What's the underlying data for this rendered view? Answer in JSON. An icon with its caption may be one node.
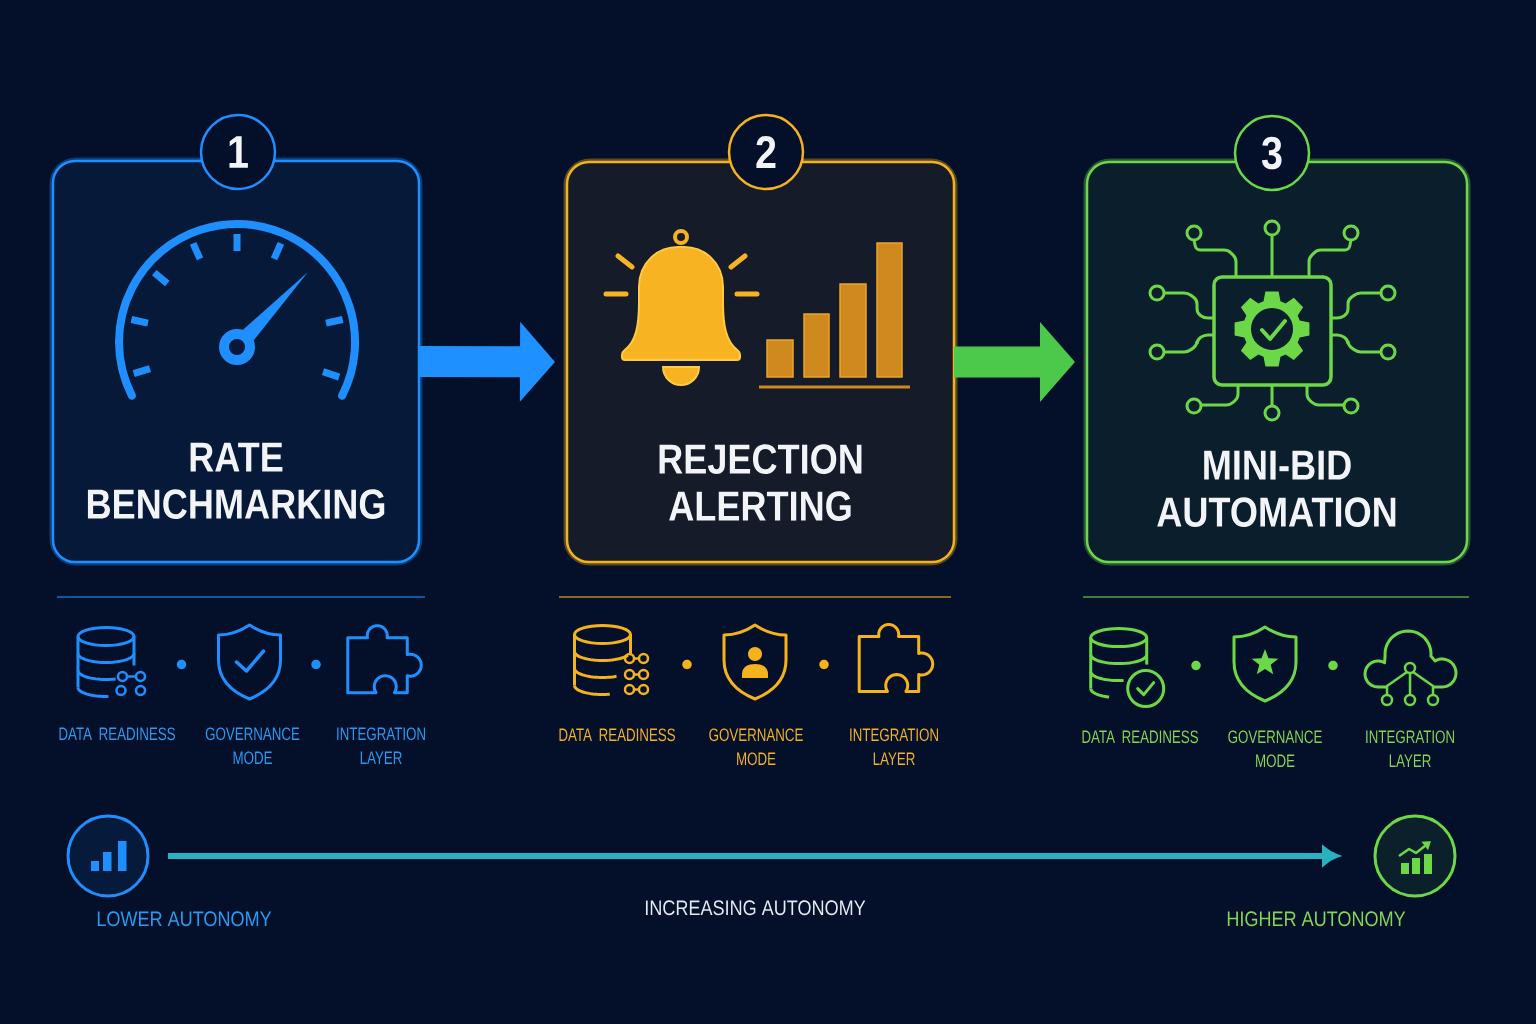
{
  "diagram": {
    "nodes": [
      {
        "text": [
          "1"
        ]
      },
      {
        "text": [
          "RATE BENCHMARKING"
        ]
      },
      {
        "text": [
          "2"
        ]
      },
      {
        "text": [
          "REJECTION ALERTING"
        ]
      },
      {
        "text": [
          "3"
        ]
      },
      {
        "text": [
          "MINI-BID AUTOMATION"
        ]
      },
      {
        "text": [],
        "shape": "circle",
        "beside": [
          "LOWER AUTONOMY"
        ]
      },
      {
        "text": [],
        "shape": "circle",
        "beside": [
          "HIGHER AUTONOMY"
        ]
      }
    ],
    "edges": [
      {
        "from": 1,
        "to": 3,
        "arrow": "to",
        "color": "#1e90ff"
      },
      {
        "from": 3,
        "to": 5,
        "arrow": "to",
        "color": "#4cc94a"
      },
      {
        "from": 6,
        "to": 7,
        "arrow": "to",
        "label": "INCREASING AUTONOMY",
        "color": "#2bb0c0"
      }
    ],
    "labels": [
      "DATA READINESS",
      "GOVERNANCE MODE",
      "INTEGRATION LAYER",
      "DATA READINESS",
      "GOVERNANCE MODE",
      "INTEGRATION LAYER",
      "DATA READINESS",
      "GOVERNANCE MODE",
      "INTEGRATION LAYER"
    ]
  }
}
